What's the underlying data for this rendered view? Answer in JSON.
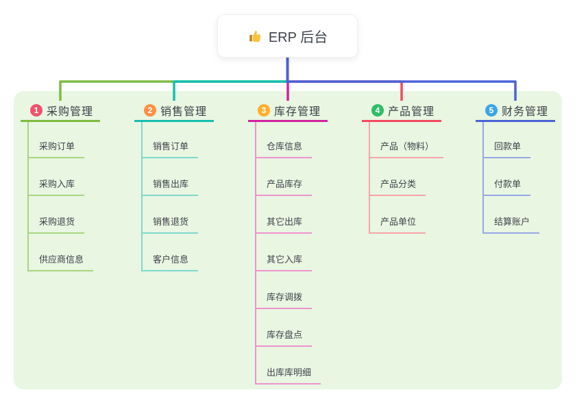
{
  "root": {
    "label": "ERP 后台",
    "icon": "thumbs-up",
    "stem_color": "#4c60d6"
  },
  "canvas": {
    "panel_bg": "#e8f6e2"
  },
  "branches": [
    {
      "badge": "1",
      "title": "采购管理",
      "badge_color": "#f0526b",
      "line_color": "#7dbc40",
      "child_line_color": "#a8d57e",
      "children": [
        "采购订单",
        "采购入库",
        "采购退货",
        "供应商信息"
      ]
    },
    {
      "badge": "2",
      "title": "销售管理",
      "badge_color": "#ff8e44",
      "line_color": "#14bfb0",
      "child_line_color": "#7ed8cd",
      "children": [
        "销售订单",
        "销售出库",
        "销售退货",
        "客户信息"
      ]
    },
    {
      "badge": "3",
      "title": "库存管理",
      "badge_color": "#ffae2b",
      "line_color": "#d2219e",
      "child_line_color": "#ee93ce",
      "children": [
        "仓库信息",
        "产品库存",
        "其它出库",
        "其它入库",
        "库存调拨",
        "库存盘点",
        "出库库明细"
      ]
    },
    {
      "badge": "4",
      "title": "产品管理",
      "badge_color": "#2ebd66",
      "line_color": "#f4485e",
      "child_line_color": "#f8a3a8",
      "children": [
        "产品（物料）",
        "产品分类",
        "产品单位"
      ]
    },
    {
      "badge": "5",
      "title": "财务管理",
      "badge_color": "#3ba5e8",
      "line_color": "#4c60d6",
      "child_line_color": "#96a7e4",
      "children": [
        "回款单",
        "付款单",
        "结算账户"
      ]
    }
  ]
}
